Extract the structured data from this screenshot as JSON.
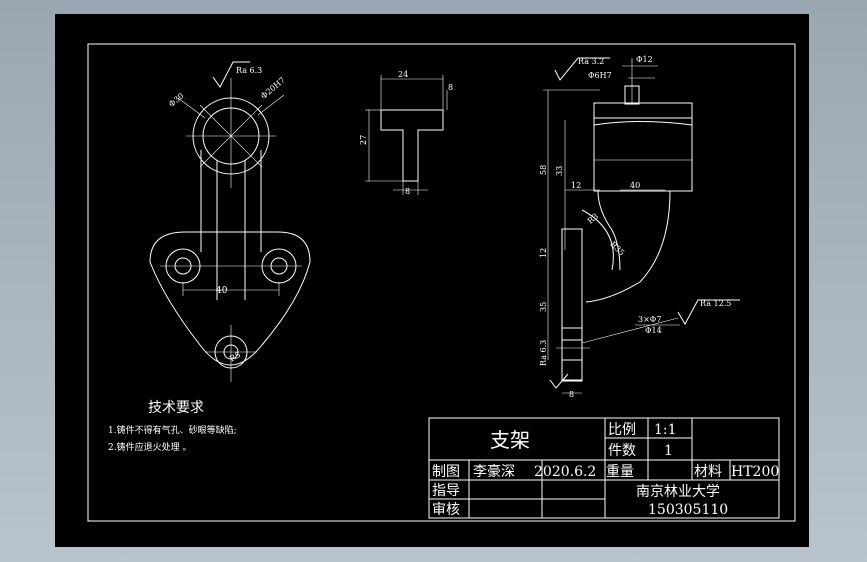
{
  "drawing": {
    "title": "支架",
    "scale_label": "比例",
    "scale_value": "1:1",
    "count_label": "件数",
    "count_value": "1",
    "drafter_label": "制图",
    "drafter_name": "李豪深",
    "drafter_date": "2020.6.2",
    "weight_label": "重量",
    "material_label": "材料",
    "material_value": "HT200",
    "instructor_label": "指导",
    "reviewer_label": "审核",
    "school": "南京林业大学",
    "student_id": "150305110"
  },
  "requirements": {
    "heading": "技术要求",
    "items": [
      "1.铸件不得有气孔、砂眼等缺陷;",
      "2.铸件应退火处理 。"
    ]
  },
  "front_view": {
    "ra_label": "Ra 6.3",
    "dia_outer": "Φ30",
    "dia_bore": "Φ20H7",
    "width": "40",
    "radius": "R5"
  },
  "section_view": {
    "top_width": "24",
    "top_height": "8",
    "total_height": "27",
    "web_width": "8"
  },
  "side_view": {
    "ra_top": "Ra 3.2",
    "tol_bore": "Φ6H7",
    "dia_12": "Φ12",
    "dim_58": "58",
    "dim_33": "33",
    "dim_12a": "12",
    "dim_40": "40",
    "r_inner": "R3",
    "r_outer": "R35",
    "dim_12b": "12",
    "dim_35": "35",
    "holes": "3×Φ7",
    "counterbore": "Φ14",
    "ra_right": "Ra 12.5",
    "ra_left": "Ra 6.3",
    "base_width": "8"
  },
  "colors": {
    "sheet": "#000000",
    "line": "#ffffff",
    "frame": "#9aa6b2"
  }
}
